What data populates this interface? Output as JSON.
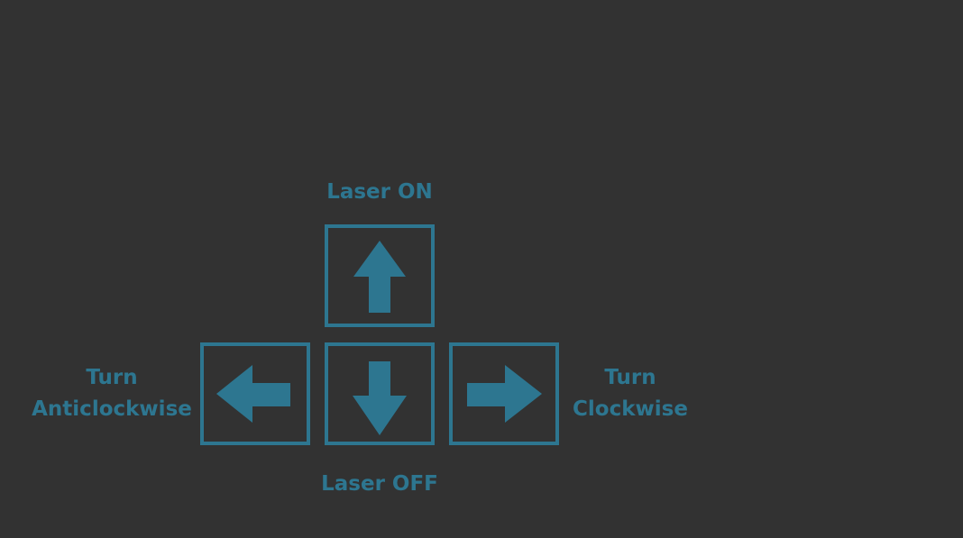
{
  "diagram": {
    "accent_color": "#2d7690",
    "background_color": "#323232",
    "up_key": {
      "label": "Laser ON",
      "icon": "arrow-up-icon"
    },
    "down_key": {
      "label": "Laser OFF",
      "icon": "arrow-down-icon"
    },
    "left_key": {
      "label_line1": "Turn",
      "label_line2": "Anticlockwise",
      "icon": "arrow-left-icon"
    },
    "right_key": {
      "label_line1": "Turn",
      "label_line2": "Clockwise",
      "icon": "arrow-right-icon"
    }
  }
}
